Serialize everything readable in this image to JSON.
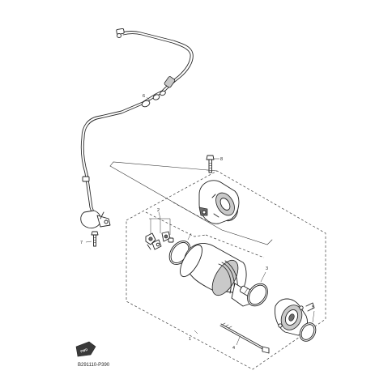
{
  "callouts": {
    "c1": "1",
    "c2": "2",
    "c3": "3",
    "c4": "4",
    "c5": "5",
    "c6": "6",
    "c7": "7",
    "c8": "8"
  },
  "fwd_badge": "FWD",
  "diagram_code": "B291110-P390",
  "colors": {
    "line": "#2a2a2a",
    "shade": "#c9c9c9",
    "background": "#ffffff"
  }
}
